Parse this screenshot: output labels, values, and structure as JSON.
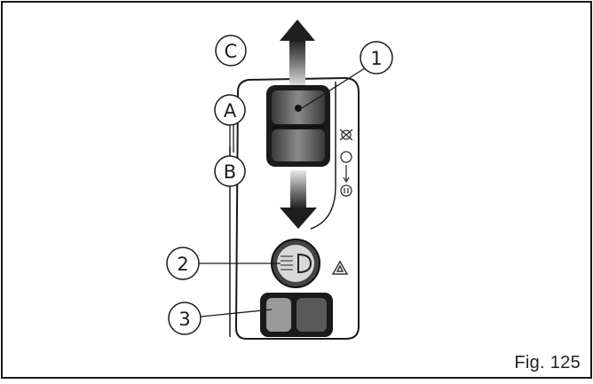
{
  "figure": {
    "caption": "Fig. 125",
    "callouts": {
      "c1": "1",
      "c2": "2",
      "c3": "3"
    },
    "position_labels": {
      "c": "C",
      "a": "A",
      "b": "B"
    },
    "icons": [
      "dimmer-switch",
      "arrow-up-icon",
      "arrow-down-icon",
      "fog-light-icon",
      "parking-light-icon",
      "off-circle-icon",
      "headlight-icon",
      "flash-headlight-icon",
      "hazard-triangle-icon"
    ],
    "colors": {
      "line": "#1a1a1a",
      "switch_face": "#555555",
      "button": "#3a3a3a",
      "background": "#ffffff"
    }
  }
}
